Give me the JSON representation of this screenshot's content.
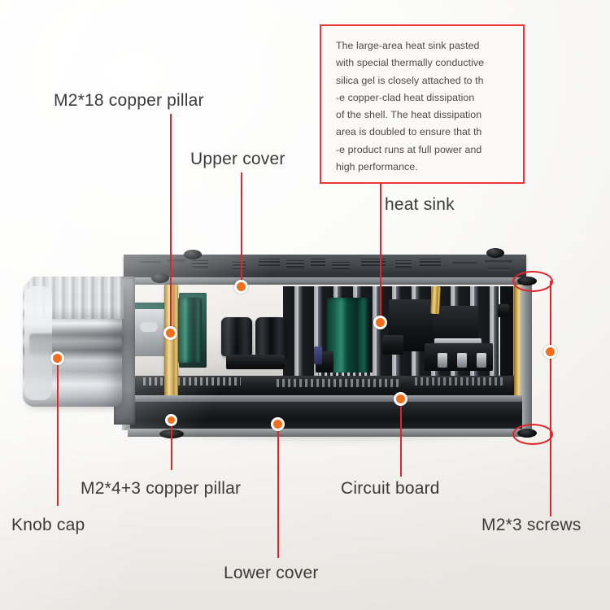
{
  "page": {
    "title": "Amplifier board exploded component callout diagram",
    "background_color": "#f4f3f0",
    "accent_color": "#e0262a",
    "marker_color": "#f0701e"
  },
  "description_box": {
    "border_color": "#e8383c",
    "text": "The large-area heat sink pasted with special thermally conductive silica gel is closely attached to th -e copper-clad heat dissipation of the shell. The heat dissipation area is doubled to ensure that th -e product runs at full power and high performance.",
    "lines": [
      "The large-area heat sink pasted",
      "with special thermally conductive",
      "silica gel is closely attached to th",
      "-e copper-clad heat dissipation",
      "of the shell. The heat dissipation",
      "area is doubled to ensure that th",
      "-e product runs at full power and",
      "high performance."
    ]
  },
  "callouts": [
    {
      "id": "m2x18-copper-pillar",
      "label": "M2*18 copper pillar"
    },
    {
      "id": "upper-cover",
      "label": "Upper cover"
    },
    {
      "id": "heat-sink",
      "label": "heat sink"
    },
    {
      "id": "m2x4p3-copper-pillar",
      "label": "M2*4+3 copper pillar"
    },
    {
      "id": "knob-cap",
      "label": "Knob cap"
    },
    {
      "id": "circuit-board",
      "label": "Circuit board"
    },
    {
      "id": "m2x3-screws",
      "label": "M2*3 screws"
    },
    {
      "id": "lower-cover",
      "label": "Lower cover"
    }
  ]
}
